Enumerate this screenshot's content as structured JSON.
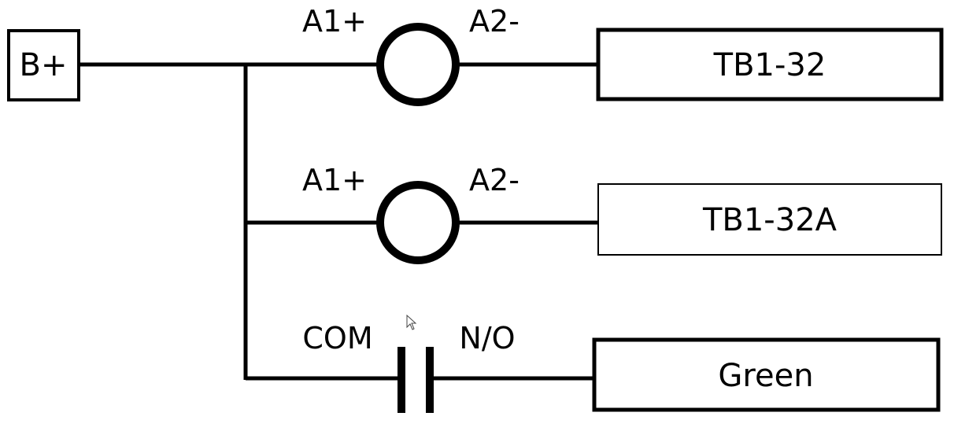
{
  "source": {
    "label": "B+"
  },
  "branches": [
    {
      "element": "coil",
      "left_terminal": "A1+",
      "right_terminal": "A2-",
      "target": "TB1-32"
    },
    {
      "element": "coil",
      "left_terminal": "A1+",
      "right_terminal": "A2-",
      "target": "TB1-32A"
    },
    {
      "element": "contact",
      "left_terminal": "COM",
      "right_terminal": "N/O",
      "target": "Green"
    }
  ],
  "icons": {
    "cursor": "mouse-pointer-icon"
  }
}
